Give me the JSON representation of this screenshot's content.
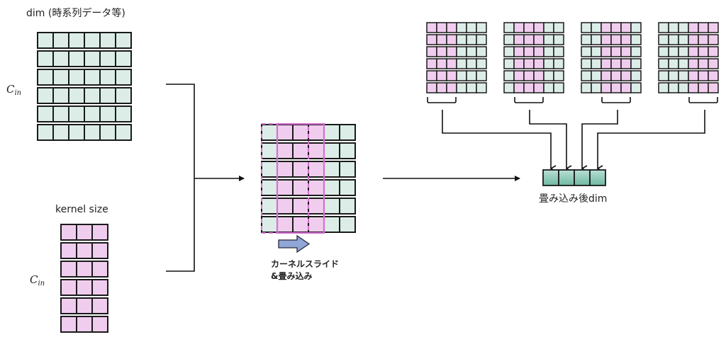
{
  "labels": {
    "input_dim": "dim (時系列データ等)",
    "channels_symbol": "C",
    "channels_subscript": "in",
    "kernel_size": "kernel size",
    "slide_line1": "カーネルスライド",
    "slide_line2": "&畳み込み",
    "output_dim": "畳み込み後dim"
  },
  "structure": {
    "input_channels": 6,
    "input_length": 6,
    "kernel_width": 3,
    "output_length": 4,
    "slide_window_start": 1,
    "slide_positions": [
      0,
      1,
      2,
      3
    ]
  },
  "colors": {
    "data_cell": "#dcede8",
    "kernel_cell": "#f0cdee",
    "window_border": "#d46fd0",
    "output_cell": "#7fc4b0",
    "slide_arrow": "#8fa6d6",
    "line": "#111111"
  }
}
